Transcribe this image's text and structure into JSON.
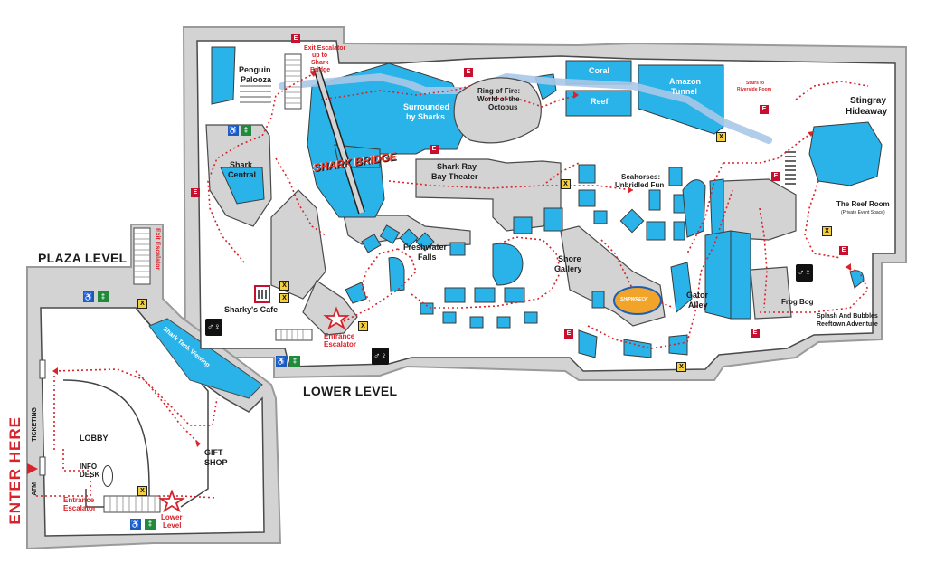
{
  "levels": {
    "plaza": "PLAZA LEVEL",
    "lower": "LOWER LEVEL"
  },
  "entry": {
    "enter_here": "ENTER HERE",
    "ticketing": "TICKETING",
    "atm": "ATM",
    "lobby": "LOBBY",
    "info_desk_1": "INFO",
    "info_desk_2": "DESK",
    "gift_shop_1": "GIFT",
    "gift_shop_2": "SHOP",
    "entrance_escalator_plaza_1": "Entrance",
    "entrance_escalator_plaza_2": "Escalator",
    "lower_level_marker_1": "Lower",
    "lower_level_marker_2": "Level",
    "exit_escalator_plaza": "Exit Escalator",
    "shark_tank_viewing": "Shark Tank Viewing"
  },
  "exhibits": {
    "penguin_palooza_1": "Penguin",
    "penguin_palooza_2": "Palooza",
    "exit_escalator_1": "Exit Escalator",
    "exit_escalator_2": "up to",
    "exit_escalator_3": "Shark",
    "exit_escalator_4": "Bridge",
    "ring_of_fire_1": "Ring of Fire:",
    "ring_of_fire_2": "World of the",
    "ring_of_fire_3": "Octopus",
    "coral": "Coral",
    "reef": "Reef",
    "amazon_tunnel_1": "Amazon",
    "amazon_tunnel_2": "Tunnel",
    "stairs_riverside_1": "Stairs to",
    "stairs_riverside_2": "Riverside Room",
    "stingray_hideaway_1": "Stingray",
    "stingray_hideaway_2": "Hideaway",
    "surrounded_by_sharks_1": "Surrounded",
    "surrounded_by_sharks_2": "by Sharks",
    "shark_bridge": "SHARK BRIDGE",
    "shark_central_1": "Shark",
    "shark_central_2": "Central",
    "shark_ray_bay_1": "Shark Ray",
    "shark_ray_bay_2": "Bay Theater",
    "seahorses_1": "Seahorses:",
    "seahorses_2": "Unbridled Fun",
    "reef_room": "The Reef Room",
    "reef_room_sub": "(Private Event Space)",
    "freshwater_falls_1": "Freshwater",
    "freshwater_falls_2": "Falls",
    "shore_gallery_1": "Shore",
    "shore_gallery_2": "Gallery",
    "sharkys_cafe": "Sharky's Cafe",
    "entrance_escalator_1": "Entrance",
    "entrance_escalator_2": "Escalator",
    "gator_alley_1": "Gator",
    "gator_alley_2": "Alley",
    "frog_bog": "Frog Bog",
    "splash_bubbles_1": "Splash And Bubbles",
    "splash_bubbles_2": "Reeftown Adventure",
    "sub_logo": "SHIPWRECK"
  },
  "colors": {
    "water": "#29b3e8",
    "floor": "#ffffff",
    "wall": "#8a8a8a",
    "building": "#d7d7d7",
    "route": "#d8232a",
    "elevator": "#c8102e"
  },
  "icons": [
    "elevator-icon",
    "exit-icon",
    "restroom-icon",
    "accessible-icon",
    "star-icon",
    "info-desk-icon",
    "dining-icon"
  ]
}
